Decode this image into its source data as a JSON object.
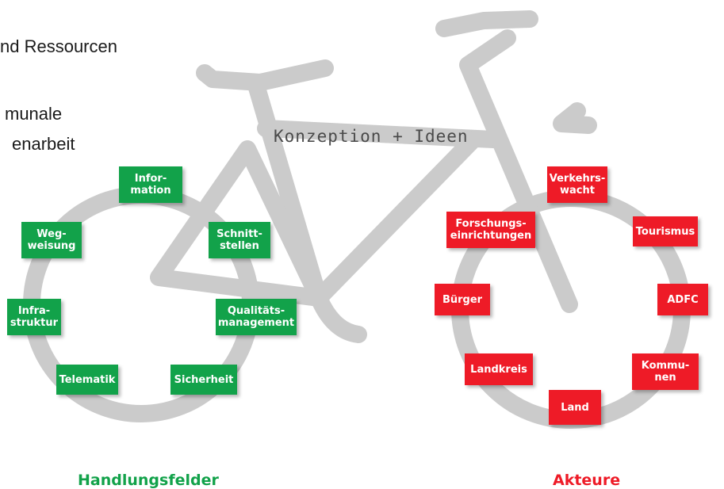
{
  "colors": {
    "frame": "#cbcbcb",
    "handlungsfelder": "#12a24a",
    "akteure": "#ee1b27"
  },
  "text_fragments": [
    "nd Ressourcen",
    "munale",
    "enarbeit"
  ],
  "bike_label": "Konzeption + Ideen",
  "handlungsfelder": {
    "caption": "Handlungsfelder",
    "items": [
      "Infor-\nmation",
      "Schnitt-\nstellen",
      "Qualitäts-\nmanagement",
      "Sicherheit",
      "Telematik",
      "Infra-\nstruktur",
      "Weg-\nweisung"
    ]
  },
  "akteure": {
    "caption": "Akteure",
    "items": [
      "Verkehrs-\nwacht",
      "Tourismus",
      "ADFC",
      "Kommu-\nnen",
      "Land",
      "Landkreis",
      "Bürger",
      "Forschungs-\neinrichtungen"
    ]
  }
}
